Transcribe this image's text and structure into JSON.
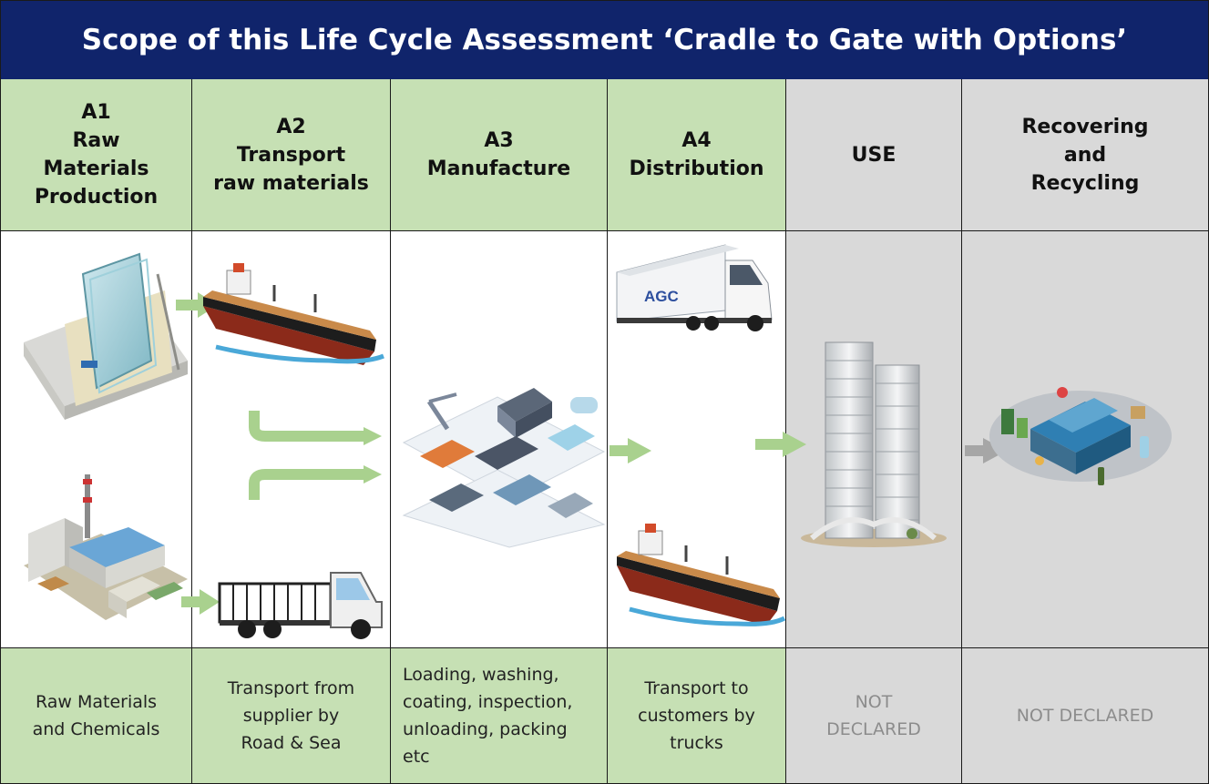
{
  "title": "Scope of this Life Cycle Assessment ‘Cradle to Gate with Options’",
  "stages": [
    {
      "header": [
        "A1",
        "Raw",
        "Materials",
        "Production"
      ],
      "desc": [
        "Raw Materials",
        "and Chemicals"
      ]
    },
    {
      "header": [
        "A2",
        "Transport",
        "raw materials"
      ],
      "desc": [
        "Transport from",
        "supplier by",
        "Road & Sea"
      ]
    },
    {
      "header": [
        "A3",
        "Manufacture"
      ],
      "desc": [
        "Loading, washing,",
        "coating, inspection,",
        "unloading, packing",
        "etc"
      ]
    },
    {
      "header": [
        "A4",
        "Distribution"
      ],
      "desc": [
        "Transport to",
        "customers by",
        "trucks"
      ]
    },
    {
      "header": [
        "USE"
      ],
      "desc": [
        "NOT",
        "DECLARED"
      ]
    },
    {
      "header": [
        "Recovering",
        "and",
        "Recycling"
      ],
      "desc": [
        "NOT DECLARED"
      ]
    }
  ],
  "truck_brand": "AGC",
  "colors": {
    "title_bg": "#10246b",
    "declared_bg": "#c6e0b4",
    "not_declared_bg": "#d9d9d9",
    "arrow_green": "#a9d18e",
    "arrow_gray": "#a6a6a6"
  },
  "icons": [
    "glass-panel-icon",
    "factory-icon",
    "cargo-ship-icon",
    "flatbed-truck-icon",
    "smart-factory-icon",
    "semi-truck-icon",
    "skyscraper-icon",
    "recycling-facility-icon"
  ]
}
